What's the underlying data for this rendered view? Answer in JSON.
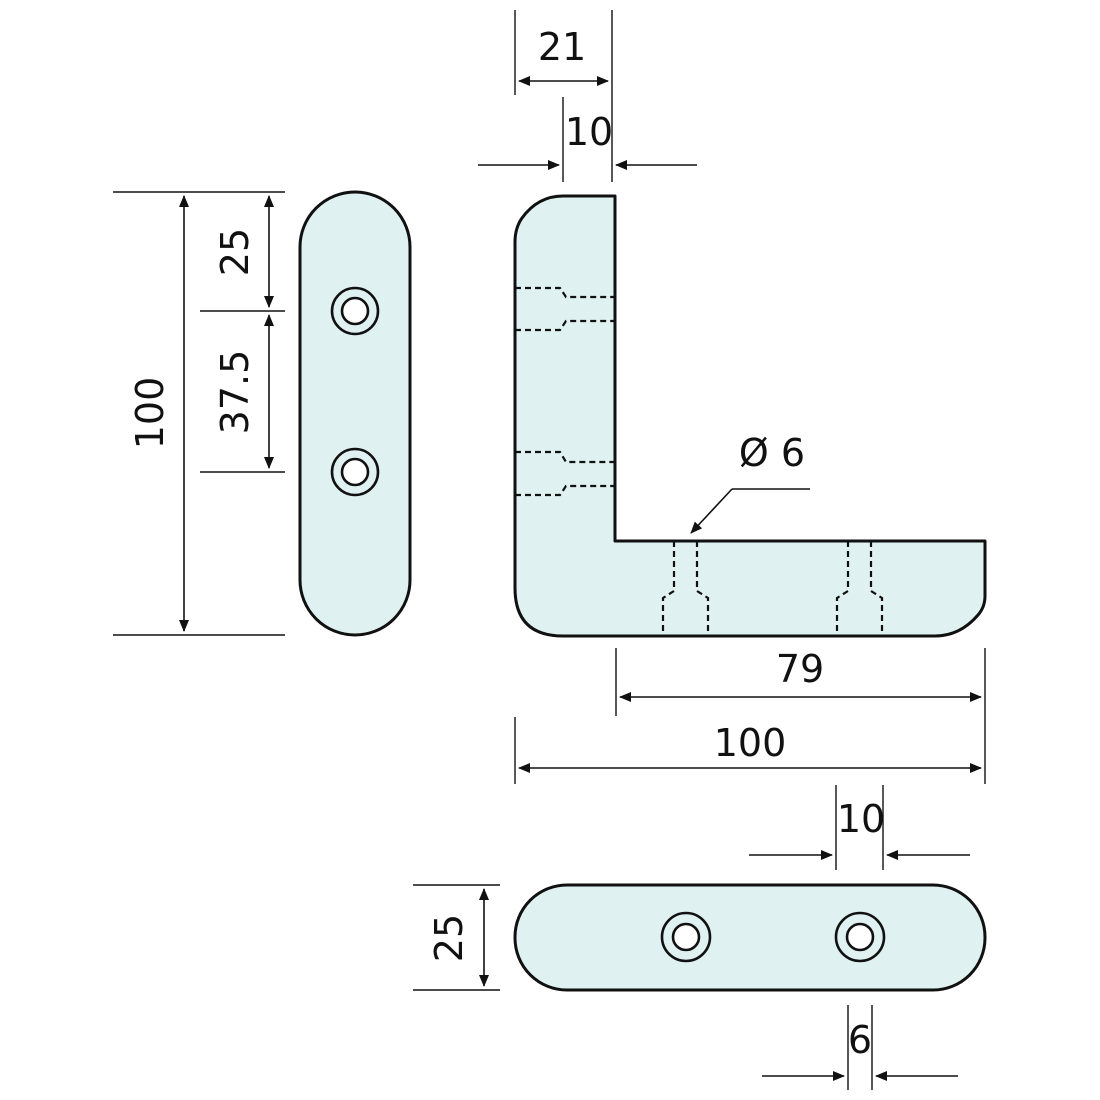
{
  "dimensions": {
    "top_width": "21",
    "top_thickness": "10",
    "side_top_offset": "25",
    "side_hole_spacing": "37.5",
    "side_height": "100",
    "hole_diameter": "Ø 6",
    "inner_length": "79",
    "overall_length": "100",
    "bottom_spacing": "10",
    "bottom_height": "25",
    "bottom_hole": "6"
  },
  "colors": {
    "part_fill": "#dff1f1",
    "line": "#111111",
    "background": "#ffffff"
  }
}
